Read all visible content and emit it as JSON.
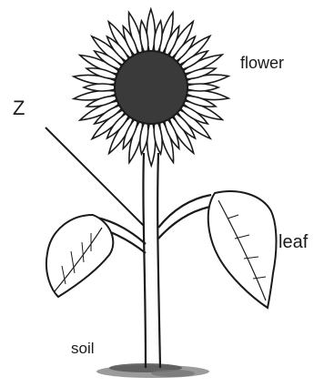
{
  "labels": {
    "flower": "flower",
    "z": "Z",
    "leaf": "leaf",
    "soil": "soil"
  },
  "icons": {
    "plant": "sunflower-plant-icon"
  },
  "colors": {
    "ink": "#1a1a1a",
    "background": "#ffffff",
    "flower_center": "#3a3a3a",
    "soil": "#6e6e6e"
  }
}
